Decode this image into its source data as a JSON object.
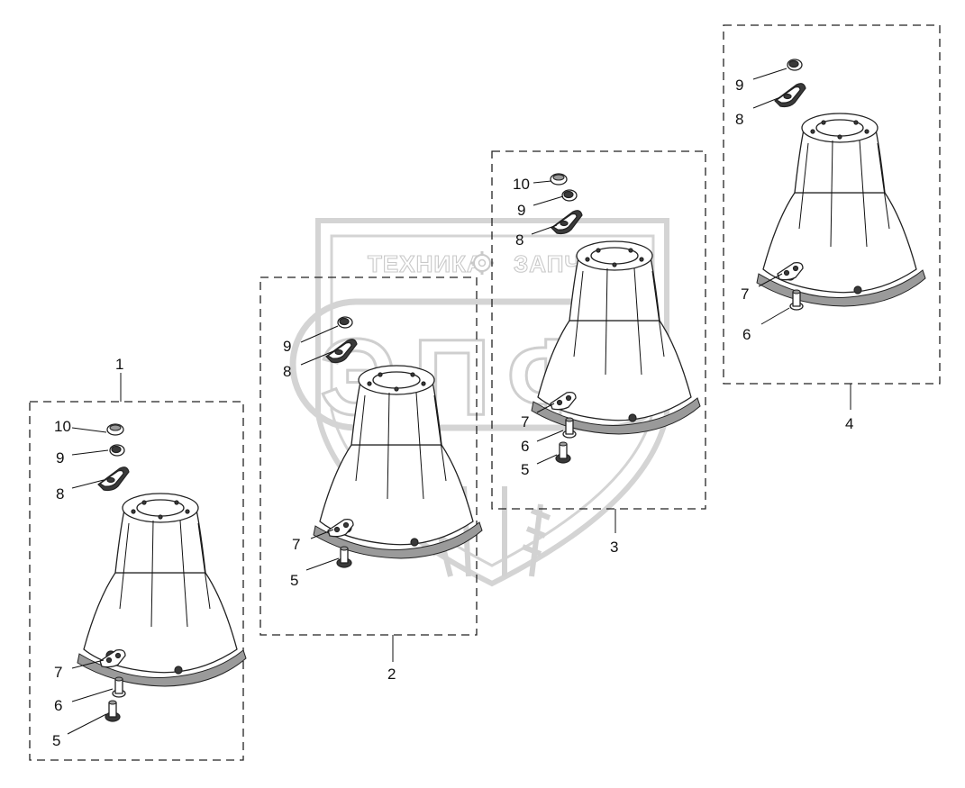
{
  "watermark": {
    "text_left": "ТЕХНИКА",
    "text_right": "ЗАПЧАСТИ",
    "logo": "ЭПФ",
    "gear_icon": "gear-icon"
  },
  "assemblies": [
    {
      "id": "1",
      "callouts": [
        {
          "label": "10"
        },
        {
          "label": "9"
        },
        {
          "label": "8"
        },
        {
          "label": "7"
        },
        {
          "label": "6"
        },
        {
          "label": "5"
        }
      ]
    },
    {
      "id": "2",
      "callouts": [
        {
          "label": "9"
        },
        {
          "label": "8"
        },
        {
          "label": "7"
        },
        {
          "label": "5"
        }
      ]
    },
    {
      "id": "3",
      "callouts": [
        {
          "label": "10"
        },
        {
          "label": "9"
        },
        {
          "label": "8"
        },
        {
          "label": "7"
        },
        {
          "label": "6"
        },
        {
          "label": "5"
        }
      ]
    },
    {
      "id": "4",
      "callouts": [
        {
          "label": "9"
        },
        {
          "label": "8"
        },
        {
          "label": "7"
        },
        {
          "label": "6"
        }
      ]
    }
  ]
}
